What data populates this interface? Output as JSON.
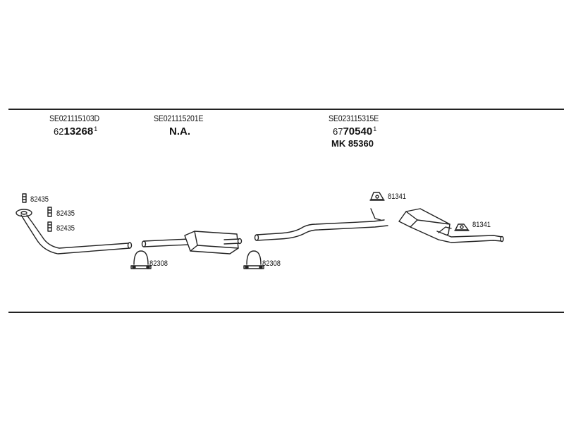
{
  "sections": [
    {
      "code": "SE021115103D",
      "number_prefix": "62",
      "number_main": "13268",
      "number_suffix": "1"
    },
    {
      "code": "SE021115201E",
      "text": "N.A."
    },
    {
      "code": "SE023115315E",
      "number_prefix": "67",
      "number_main": "70540",
      "number_suffix": "1",
      "extra": "MK 85360"
    }
  ],
  "parts": {
    "gasket_top": "82435",
    "gasket_mid": "82435",
    "gasket_low": "82435",
    "clamp_left": "82308",
    "clamp_right": "82308",
    "hanger_top": "81341",
    "hanger_right": "81341"
  },
  "colors": {
    "line": "#222222",
    "fill": "#ffffff",
    "shade": "#777777"
  }
}
